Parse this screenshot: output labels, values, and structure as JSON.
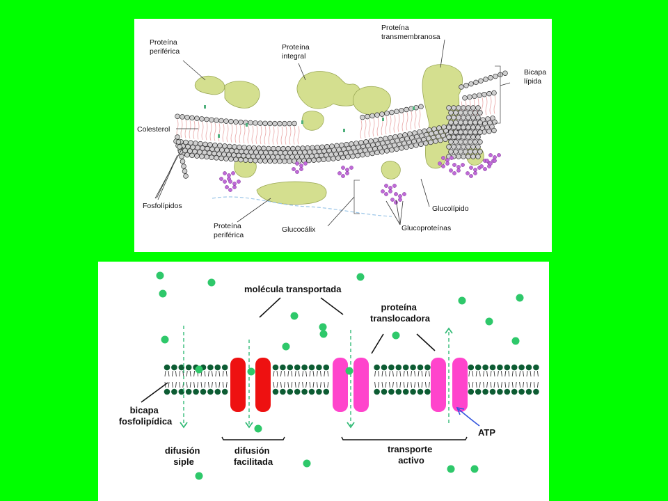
{
  "top_panel": {
    "labels": {
      "peripheral_protein_1": [
        "Proteína",
        "periférica"
      ],
      "integral_protein": [
        "Proteína",
        "integral"
      ],
      "transmembrane_protein": [
        "Proteína",
        "transmembranosa"
      ],
      "lipid_bilayer": [
        "Bicapa",
        "lípida"
      ],
      "cholesterol": "Colesterol",
      "phospholipids": "Fosfolípidos",
      "peripheral_protein_2": [
        "Proteína",
        "periférica"
      ],
      "glycocalyx": "Glucocálix",
      "glycolipid": "Glucolípido",
      "glycoproteins": "Glucoproteínas"
    },
    "colors": {
      "protein": "#d4df8f",
      "head": "#d0d0d0",
      "tail": "#e9a5a5",
      "sugar": "#c06ad8",
      "cholesterol": "#4fb07c"
    }
  },
  "bottom_panel": {
    "labels": {
      "transported_molecule": "molécula transportada",
      "translocator_protein": [
        "proteína",
        "translocadora"
      ],
      "bilayer": [
        "bicapa",
        "fosfolipídica"
      ],
      "simple_diffusion": [
        "difusión",
        "siple"
      ],
      "facilitated_diffusion": [
        "difusión",
        "facilitada"
      ],
      "active_transport": [
        "transporte",
        "activo"
      ],
      "atp": "ATP"
    },
    "colors": {
      "molecule": "#2ec86a",
      "head": "#0d5c33",
      "channel_facilitated": "#ee1111",
      "channel_active": "#ff44cc",
      "atp_arrow": "#3355dd"
    }
  }
}
